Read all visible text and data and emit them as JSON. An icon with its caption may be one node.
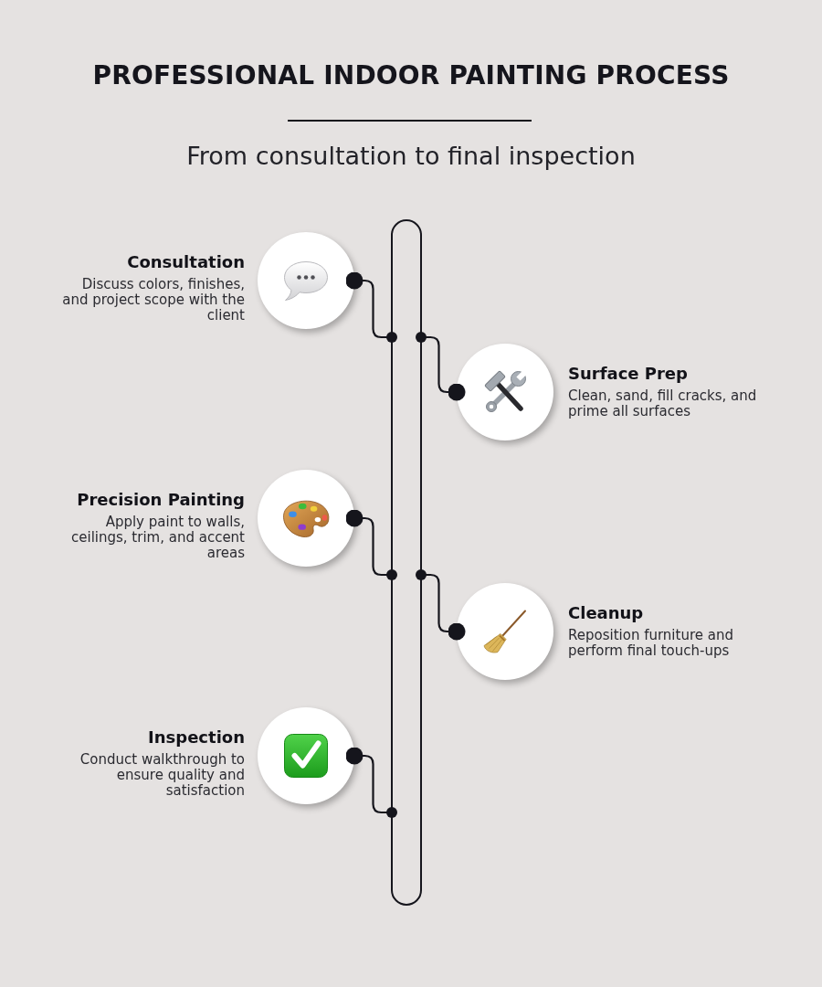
{
  "diagram": {
    "title": "PROFESSIONAL INDOOR PAINTING PROCESS",
    "nodes": [
      {
        "text": [],
        "shape": "circle",
        "beside": [
          "Consultation",
          "Discuss colors, finishes, and project scope with the client"
        ]
      },
      {
        "text": [],
        "shape": "circle",
        "beside": [
          "Surface Prep",
          "Clean, sand, fill cracks, and prime all surfaces"
        ]
      },
      {
        "text": [],
        "shape": "circle",
        "beside": [
          "Precision Painting",
          "Apply paint to walls, ceilings, trim, and accent areas"
        ]
      },
      {
        "text": [],
        "shape": "circle",
        "beside": [
          "Cleanup",
          "Reposition furniture and perform final touch-ups"
        ]
      },
      {
        "text": [],
        "shape": "circle",
        "beside": [
          "Inspection",
          "Conduct walkthrough to ensure quality and satisfaction"
        ]
      },
      {
        "text": [],
        "shape": "bar"
      }
    ],
    "edges": [
      {
        "from": 0,
        "to": 5,
        "arrow": "other"
      },
      {
        "from": 1,
        "to": 5,
        "arrow": "other"
      },
      {
        "from": 2,
        "to": 5,
        "arrow": "other"
      },
      {
        "from": 3,
        "to": 5,
        "arrow": "other"
      },
      {
        "from": 4,
        "to": 5,
        "arrow": "other"
      }
    ],
    "labels": [
      "From consultation to final inspection"
    ]
  }
}
